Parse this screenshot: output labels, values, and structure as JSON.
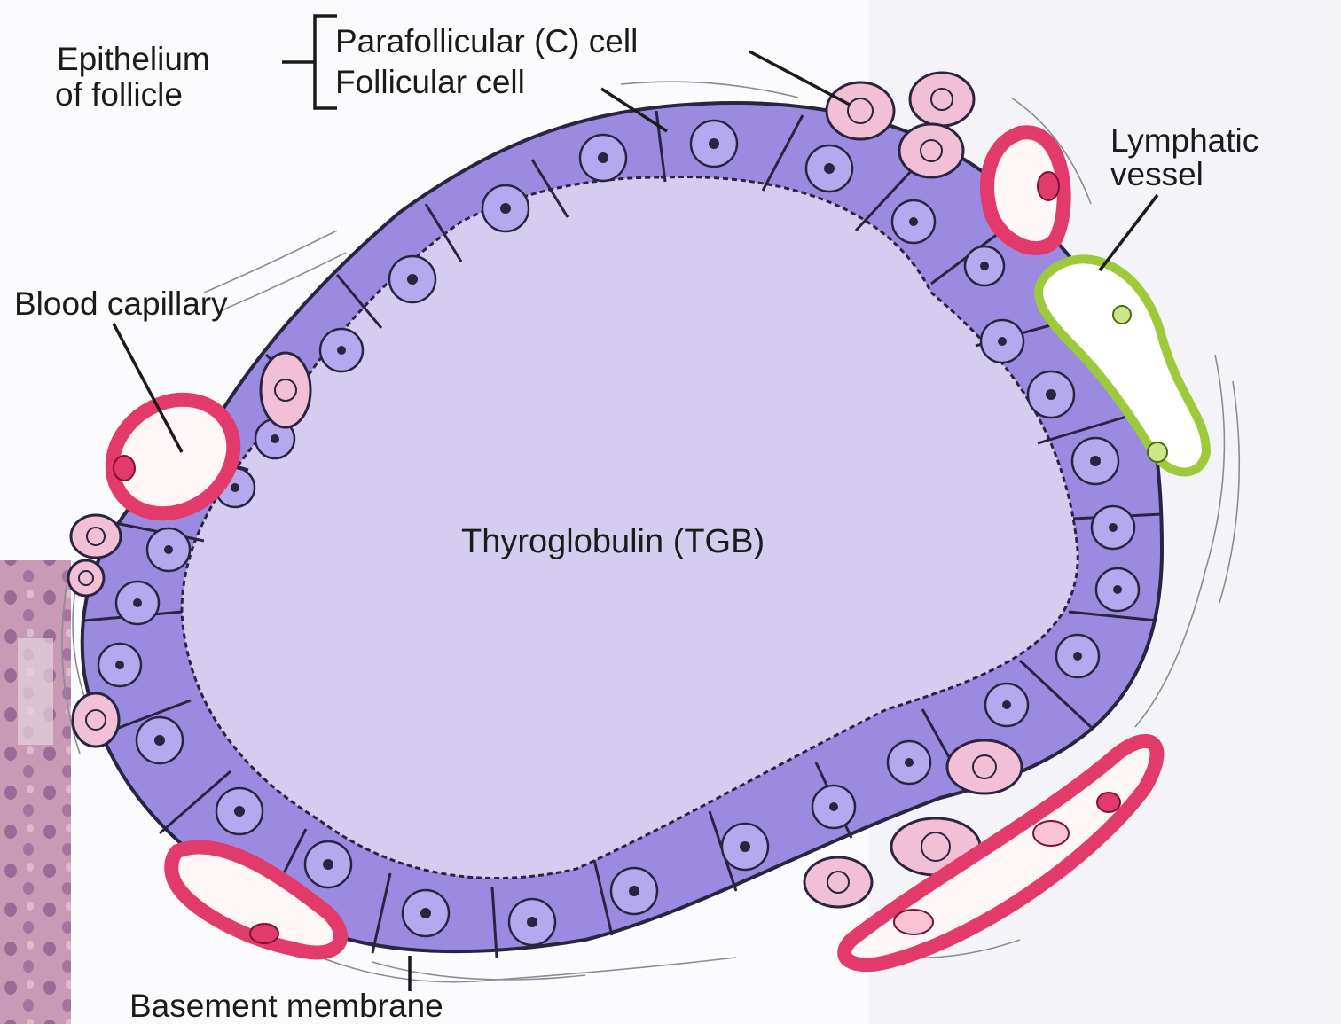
{
  "labels": {
    "epithelium_line1": "Epithelium",
    "epithelium_line2": "of follicle",
    "parafollicular": "Parafollicular (C) cell",
    "follicular": "Follicular cell",
    "lymphatic_line1": "Lymphatic",
    "lymphatic_line2": "vessel",
    "blood_capillary": "Blood capillary",
    "thyroglobulin": "Thyroglobulin (TGB)",
    "basement_membrane": "Basement membrane"
  },
  "colors": {
    "colloid": "#d4cdf0",
    "follicular_cell": "#9a8be0",
    "cell_outline": "#2a2440",
    "parafollicular_cell": "#f1bfd6",
    "capillary_wall": "#e23a6b",
    "lymphatic_wall": "#9ec93a",
    "tissue_background": "#f7f7fb",
    "histology_inset": "#c99ab6"
  }
}
